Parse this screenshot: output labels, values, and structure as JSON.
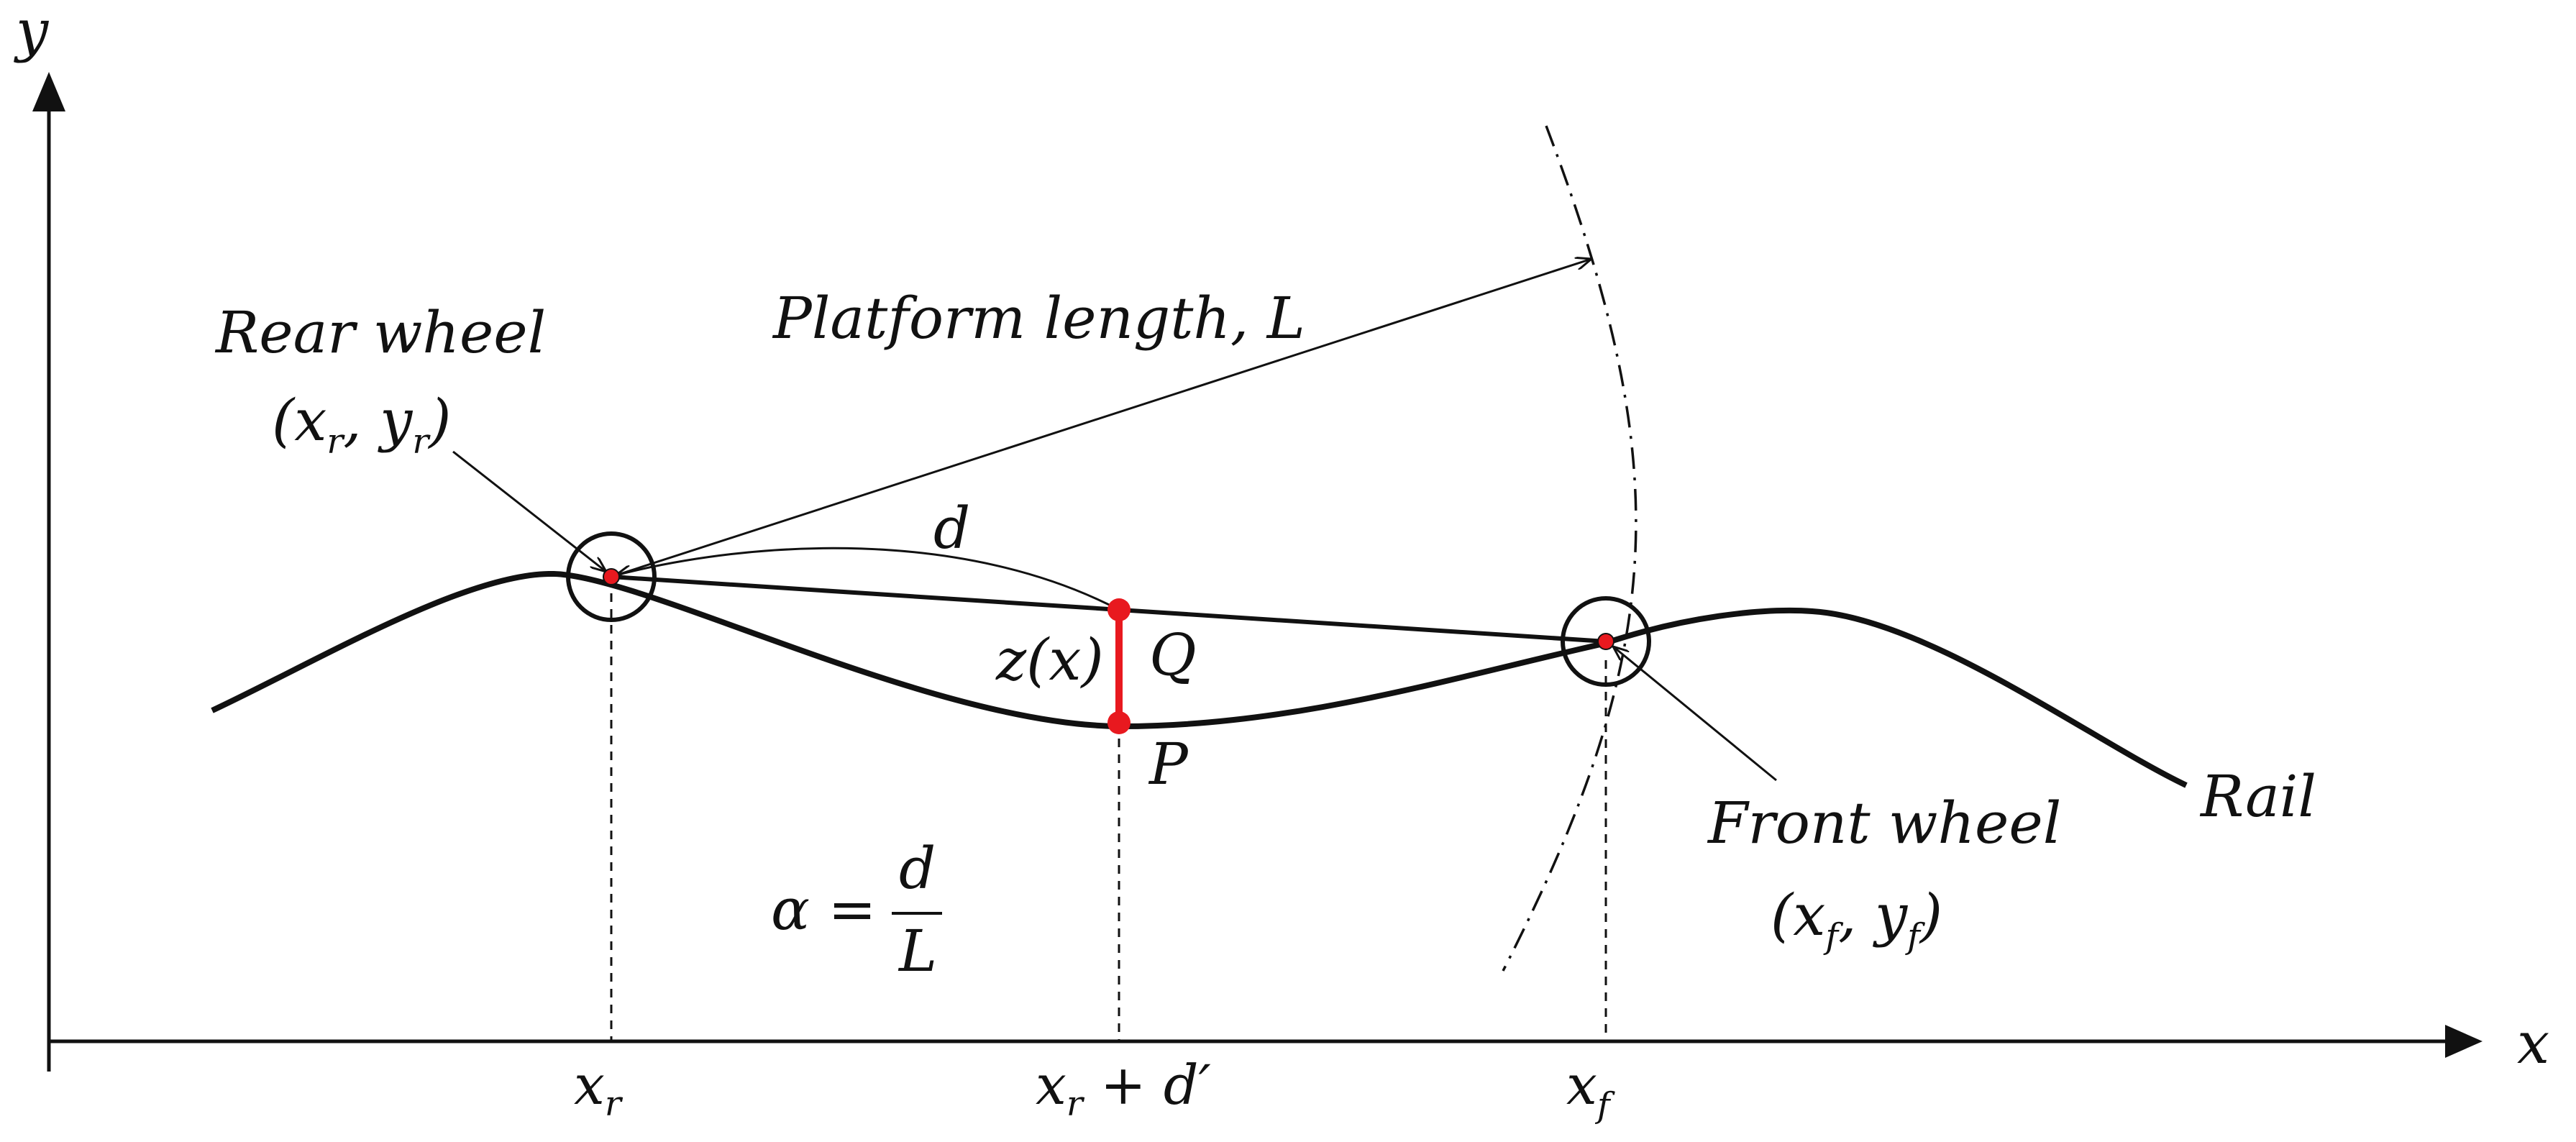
{
  "labels": {
    "y_axis": "y",
    "x_axis": "x",
    "platform_length": "Platform length, L",
    "rear_wheel": "Rear wheel",
    "rear_coord": "(x",
    "rear_coord_r1": "r",
    "rear_coord_mid": ", y",
    "rear_coord_r2": "r",
    "rear_coord_end": ")",
    "front_wheel": "Front wheel",
    "front_coord": "(x",
    "front_coord_f1": "f",
    "front_coord_mid": ", y",
    "front_coord_f2": "f",
    "front_coord_end": ")",
    "d": "d",
    "z_of_x": "z(x)",
    "point_q": "Q",
    "point_p": "P",
    "rail": "Rail",
    "alpha": "α =",
    "alpha_num": "d",
    "alpha_den": "L",
    "tick_xr": "x",
    "tick_xr_sub": "r",
    "tick_mid": "x",
    "tick_mid_sub": "r",
    "tick_mid_tail": " + d′",
    "tick_xf": "x",
    "tick_xf_sub": "f"
  },
  "colors": {
    "line": "#111111",
    "highlight": "#e8191f"
  }
}
